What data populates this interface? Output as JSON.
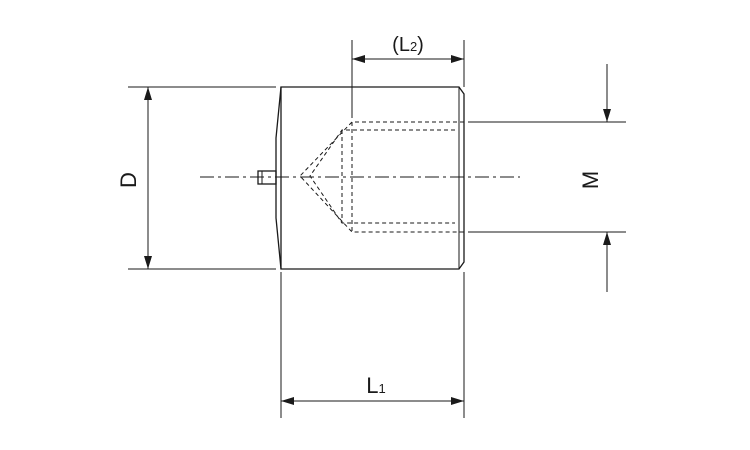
{
  "diagram": {
    "labels": {
      "diameter": "D",
      "thread": "M",
      "length_overall_main": "L",
      "length_overall_sub": "1",
      "length_thread_open": "(",
      "length_thread_main": "L",
      "length_thread_sub": "2",
      "length_thread_close": ")"
    }
  }
}
